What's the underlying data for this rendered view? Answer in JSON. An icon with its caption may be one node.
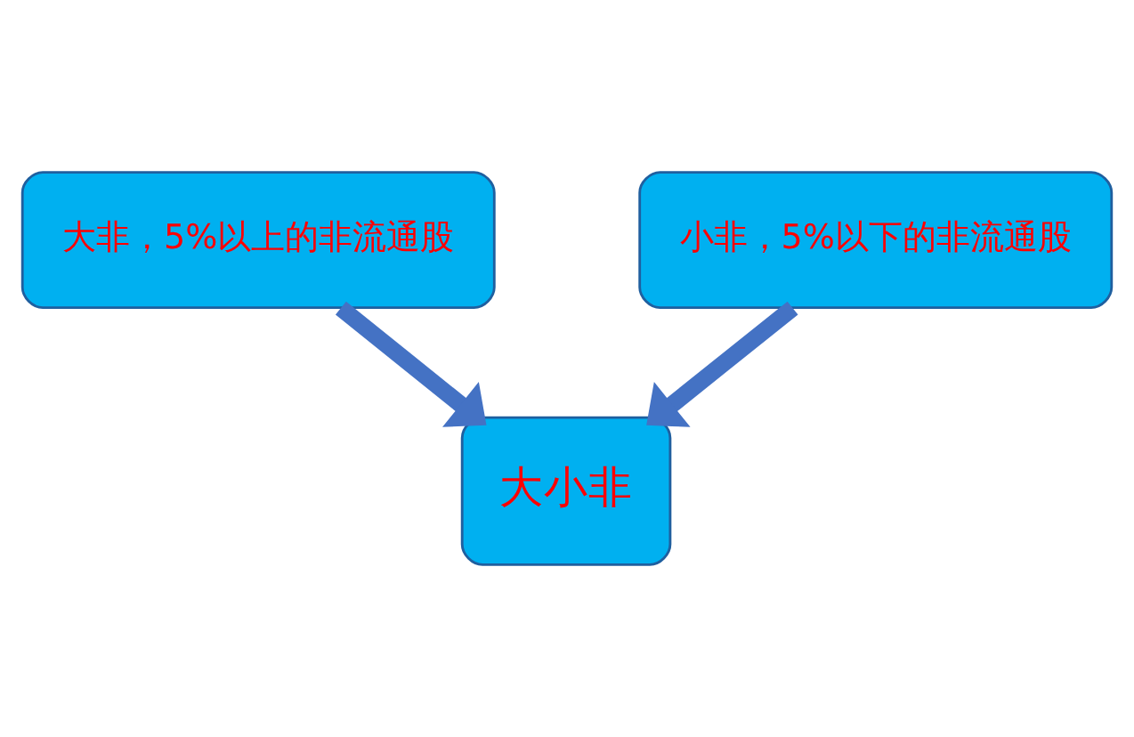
{
  "diagram": {
    "nodes": [
      {
        "text": [
          "大非，5%以上的非流通股"
        ]
      },
      {
        "text": [
          "小非，5%以下的非流通股"
        ]
      },
      {
        "text": [
          "大小非"
        ]
      }
    ],
    "edges": [
      {
        "from": 0,
        "to": 2,
        "arrow": "to"
      },
      {
        "from": 1,
        "to": 2,
        "arrow": "to"
      }
    ]
  }
}
